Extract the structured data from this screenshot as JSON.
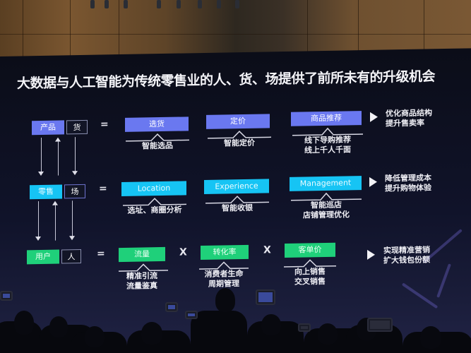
{
  "slide": {
    "title": "大数据与人工智能为传统零售业的人、货、场提供了前所未有的升级机会",
    "rows": [
      {
        "id": "goods",
        "color": "#6a78f0",
        "left_label": "产品",
        "right_label": "货",
        "equals": "=",
        "factors": [
          {
            "label": "选货",
            "desc": [
              "智能选品"
            ]
          },
          {
            "label": "定价",
            "desc": [
              "智能定价"
            ]
          },
          {
            "label": "商品推荐",
            "desc": [
              "线下导购推荐",
              "线上千人千面"
            ]
          }
        ],
        "result": [
          "优化商品结构",
          "提升售卖率"
        ]
      },
      {
        "id": "place",
        "color": "#16c4f4",
        "left_label": "零售",
        "right_label": "场",
        "equals": "=",
        "factors": [
          {
            "label": "Location",
            "desc": [
              "选址、商圈分析"
            ]
          },
          {
            "label": "Experience",
            "desc": [
              "智能收银"
            ]
          },
          {
            "label": "Management",
            "desc": [
              "智能巡店",
              "店铺管理优化"
            ]
          }
        ],
        "result": [
          "降低管理成本",
          "提升购物体验"
        ]
      },
      {
        "id": "people",
        "color": "#1fd07a",
        "left_label": "用户",
        "right_label": "人",
        "equals": "=",
        "operator": "X",
        "factors": [
          {
            "label": "流量",
            "desc": [
              "精准引流",
              "流量鉴真"
            ]
          },
          {
            "label": "转化率",
            "desc": [
              "消费者生命",
              "周期管理"
            ]
          },
          {
            "label": "客单价",
            "desc": [
              "向上销售",
              "交叉销售"
            ]
          }
        ],
        "result": [
          "实现精准营销",
          "扩大钱包份额"
        ]
      }
    ]
  }
}
